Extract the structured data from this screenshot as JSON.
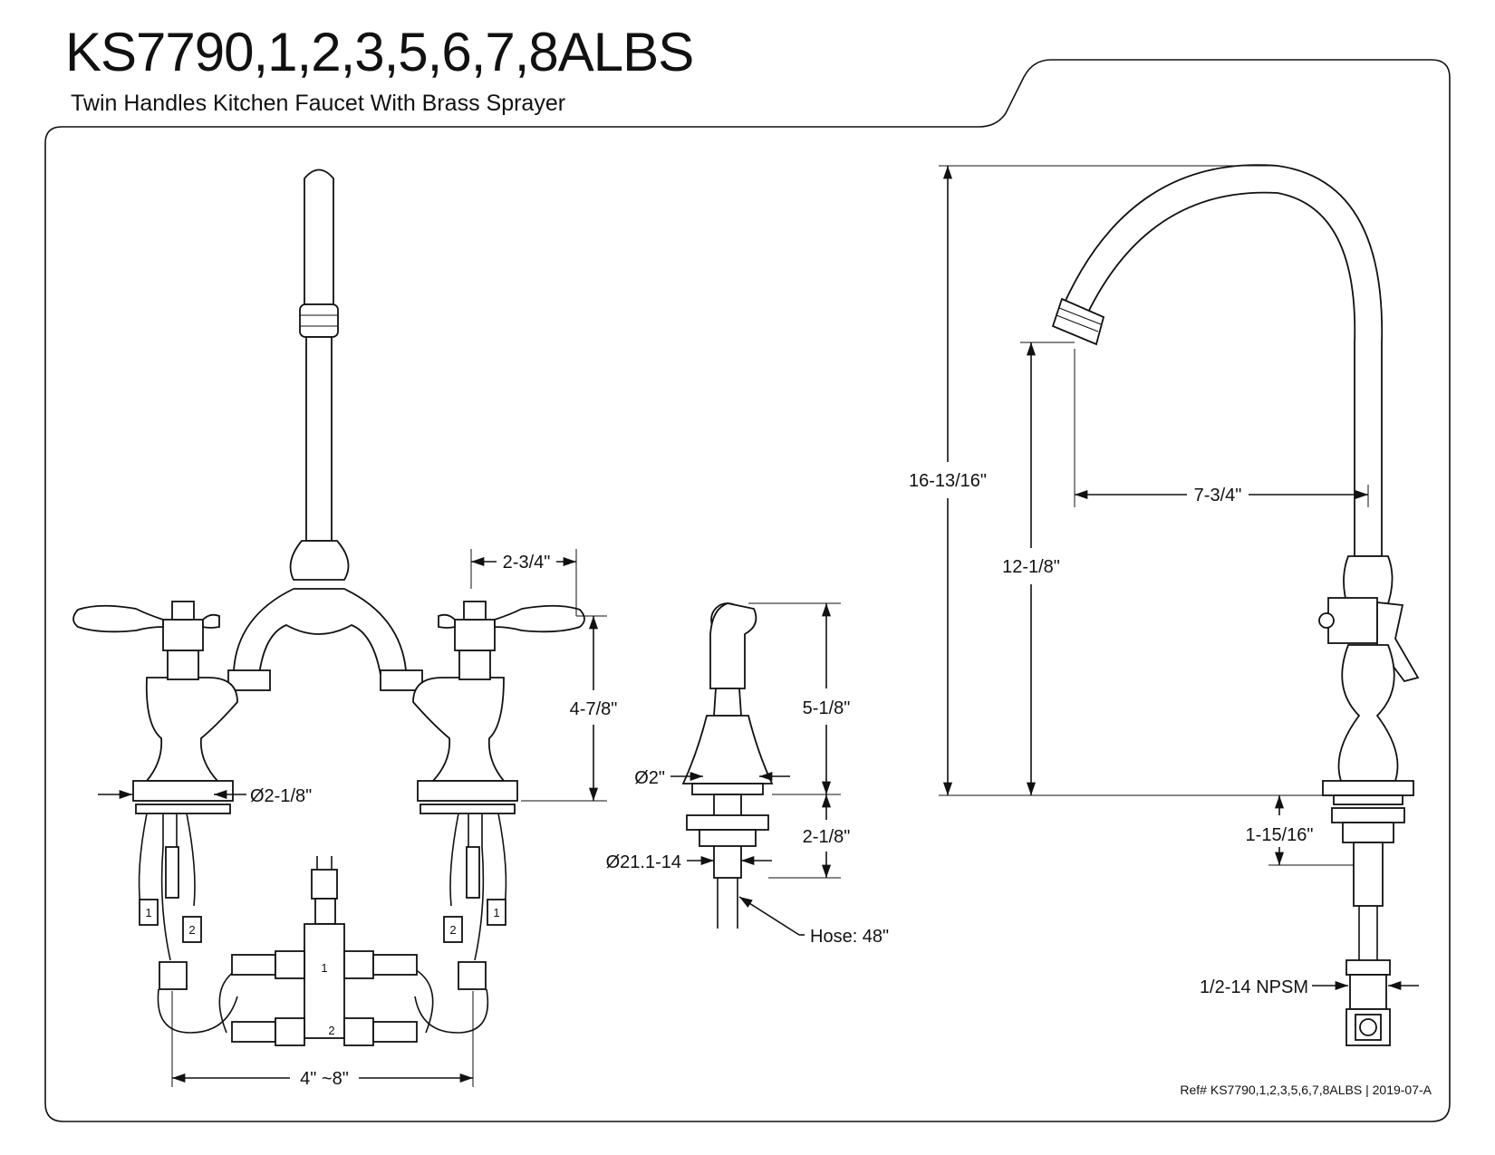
{
  "header": {
    "model": "KS7790,1,2,3,5,6,7,8ALBS",
    "subtitle": "Twin Handles Kitchen Faucet With Brass Sprayer"
  },
  "front_view": {
    "handle_offset": "2-3/4\"",
    "handle_height": "4-7/8\"",
    "base_diameter": "Ø2-1/8\"",
    "spread": "4\" ~8\"",
    "hose_tags": [
      "1",
      "2",
      "2",
      "1"
    ],
    "valve_labels": [
      "1",
      "2"
    ]
  },
  "sprayer_view": {
    "height": "5-1/8\"",
    "diameter": "Ø2\"",
    "shank_length": "2-1/8\"",
    "thread": "Ø21.1-14",
    "hose": "Hose: 48\""
  },
  "side_view": {
    "total_height": "16-13/16\"",
    "spout_clearance": "12-1/8\"",
    "reach": "7-3/4\"",
    "shank_length": "1-15/16\"",
    "connection": "1/2-14 NPSM"
  },
  "footer": {
    "reference": "Ref# KS7790,1,2,3,5,6,7,8ALBS | 2019-07-A"
  }
}
